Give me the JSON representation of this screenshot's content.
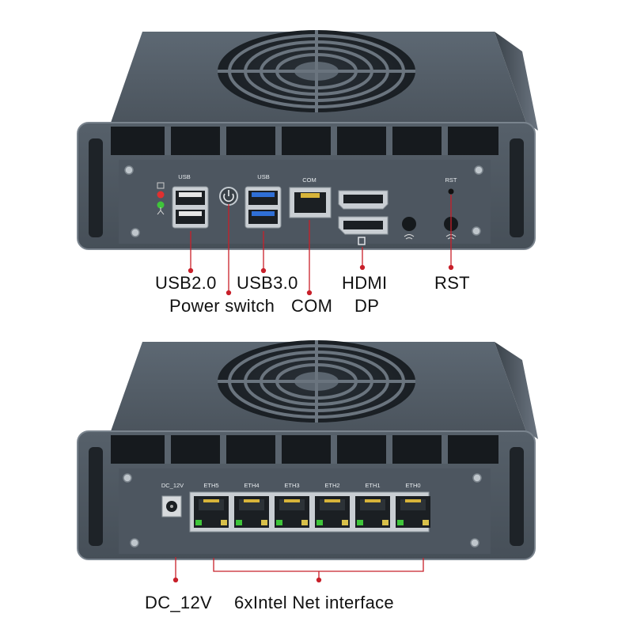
{
  "top_device": {
    "port_labels": {
      "usb2": "USB",
      "usb3": "USB",
      "com": "COM",
      "rst": "RST"
    },
    "callouts": {
      "usb2": "USB2.0",
      "usb3": "USB3.0",
      "hdmi": "HDMI",
      "rst": "RST",
      "power": "Power switch",
      "com": "COM",
      "dp": "DP"
    }
  },
  "bottom_device": {
    "port_labels": {
      "dc": "DC_12V",
      "eth": [
        "ETH5",
        "ETH4",
        "ETH3",
        "ETH2",
        "ETH1",
        "ETH0"
      ]
    },
    "callouts": {
      "dc": "DC_12V",
      "net": "6xIntel Net interface"
    }
  },
  "colors": {
    "chassis": "#59636d",
    "panel": "#4a535c",
    "callout_line": "#c8202a",
    "usb3_blue": "#2f6fd6",
    "led_green": "#3fc53a",
    "led_red": "#e03030"
  },
  "icons": [
    "fan-icon",
    "power-icon",
    "wifi-icon",
    "displayport-icon",
    "led-icon"
  ]
}
